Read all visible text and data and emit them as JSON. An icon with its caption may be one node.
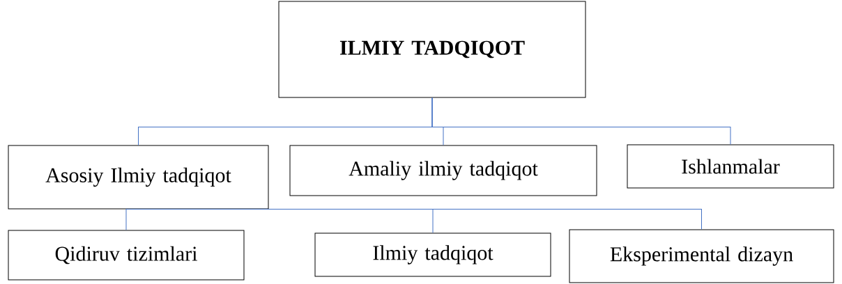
{
  "diagram": {
    "nodes": [
      {
        "text": [
          "ILMIY TADQIQOT"
        ]
      },
      {
        "text": [
          "Asosiy Ilmiy tadqiqot"
        ]
      },
      {
        "text": [
          "Amaliy ilmiy tadqiqot"
        ]
      },
      {
        "text": [
          "Ishlanmalar"
        ]
      },
      {
        "text": [
          "Qidiruv tizimlari"
        ]
      },
      {
        "text": [
          "Ilmiy tadqiqot"
        ]
      },
      {
        "text": [
          "Eksperimental dizayn"
        ]
      }
    ],
    "edges": [
      {
        "from": 0,
        "to": 1,
        "arrow": "none"
      },
      {
        "from": 0,
        "to": 2,
        "arrow": "none"
      },
      {
        "from": 0,
        "to": 3,
        "arrow": "none"
      },
      {
        "from": 1,
        "to": 4,
        "arrow": "none"
      },
      {
        "from": 1,
        "to": 5,
        "arrow": "none"
      },
      {
        "from": 1,
        "to": 6,
        "arrow": "none"
      }
    ]
  }
}
